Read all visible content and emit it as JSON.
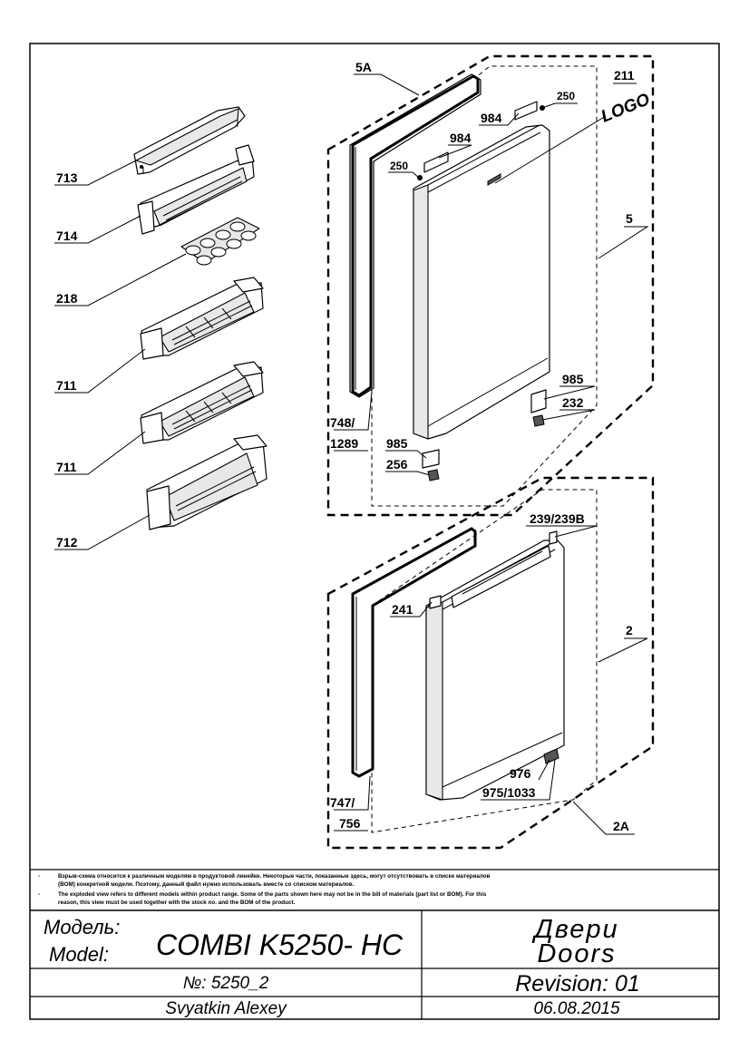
{
  "callouts": {
    "c713": "713",
    "c714": "714",
    "c218": "218",
    "c711a": "711",
    "c711b": "711",
    "c712": "712",
    "c5A": "5A",
    "c211": "211",
    "c250a": "250",
    "c984a": "984",
    "c984b": "984",
    "c250b": "250",
    "c5": "5",
    "c985a": "985",
    "c232": "232",
    "c748a": "748/",
    "c748b": "1289",
    "c985b": "985",
    "c256": "256",
    "c239": "239/239B",
    "c241": "241",
    "c2": "2",
    "c976": "976",
    "c975": "975/1033",
    "c747a": "747/",
    "c747b": "756",
    "c2A": "2A"
  },
  "logo_text": "LOGO",
  "notes": {
    "ru_line1": "Взрыв-схема относится к различным моделям в продуктовой линейке.  Некоторые части, показанные здесь, могут отсутствовать в списке материалов",
    "ru_line2": "(BOM) конкретной модели. Поэтому, данный файл нужно использовать вместе со списком материалов.",
    "en_line1": "The exploded view refers to different models within product range. Some of the parts shown here may not be in the bill of materials (part list or BOM). For this",
    "en_line2": "reason, this view must be used together with the stock no. and the BOM of the product."
  },
  "title_block": {
    "model_label_ru": "Модель:",
    "model_label_en": "Model:",
    "model_name": "COMBI K5250- HC",
    "title_ru": "Двери",
    "title_en": "Doors",
    "number": "№: 5250_2",
    "revision": "Revision: 01",
    "author": "Svyatkin Alexey",
    "date": "06.08.2015"
  }
}
